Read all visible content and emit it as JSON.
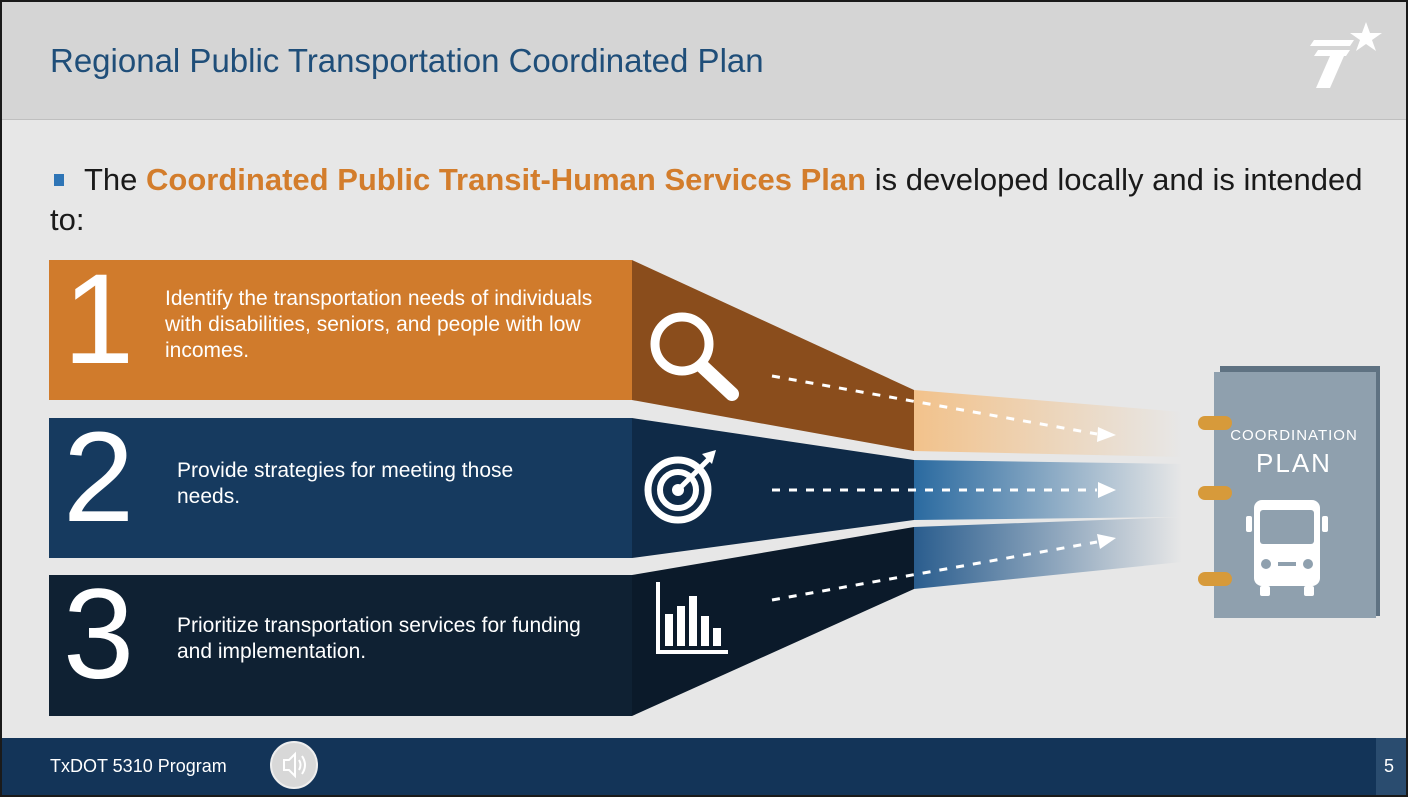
{
  "header": {
    "title": "Regional Public Transportation Coordinated Plan",
    "logo_icon": "txdot-star-logo-icon"
  },
  "intro": {
    "prefix": "The ",
    "highlight": "Coordinated Public Transit-Human Services Plan",
    "suffix": " is developed locally and is intended to:"
  },
  "items": [
    {
      "number": "1",
      "text": "Identify the transportation needs of individuals with disabilities, seniors, and people with low incomes.",
      "icon": "magnifying-glass-icon",
      "color": "#d07b2c"
    },
    {
      "number": "2",
      "text": "Provide strategies for meeting those needs.",
      "icon": "target-icon",
      "color": "#163a5f"
    },
    {
      "number": "3",
      "text": "Prioritize transportation services for funding and implementation.",
      "icon": "bar-chart-icon",
      "color": "#0f2133"
    }
  ],
  "plan_book": {
    "line1": "COORDINATION",
    "line2": "PLAN",
    "icon": "bus-icon"
  },
  "footer": {
    "program": "TxDOT 5310 Program",
    "audio_icon": "speaker-icon",
    "page_number": "5"
  },
  "colors": {
    "title": "#1f4e79",
    "highlight": "#d37d2c",
    "footer": "#133458"
  }
}
